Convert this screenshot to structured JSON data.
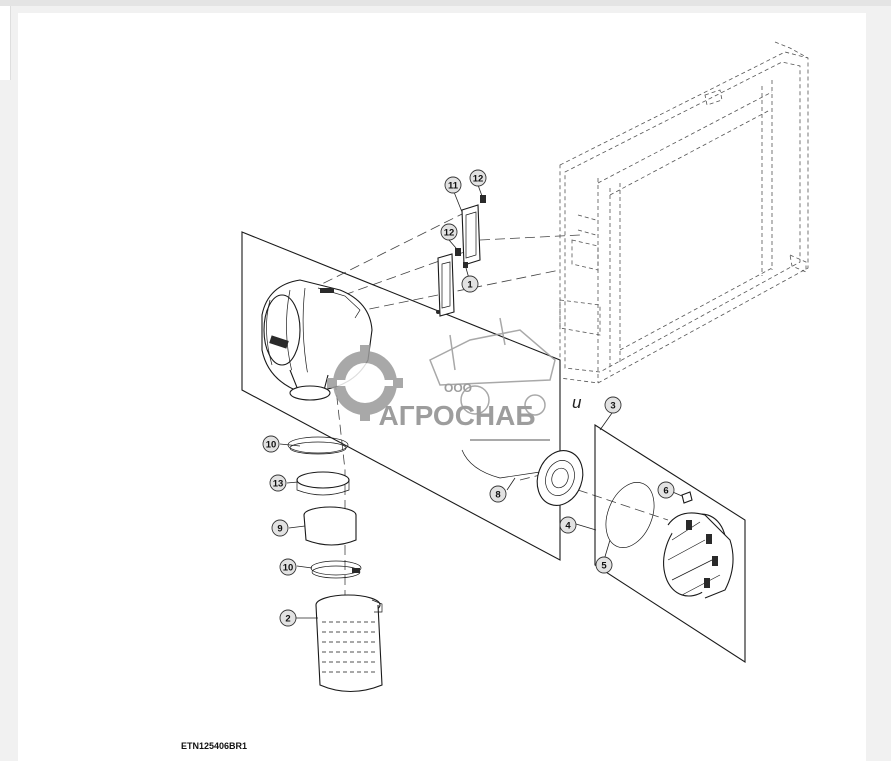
{
  "figure": {
    "code": "ETN125406BR1",
    "callouts": [
      {
        "label": "11"
      },
      {
        "label": "12"
      },
      {
        "label": "12"
      },
      {
        "label": "1"
      },
      {
        "label": "3"
      },
      {
        "label": "6"
      },
      {
        "label": "10"
      },
      {
        "label": "13"
      },
      {
        "label": "9"
      },
      {
        "label": "10"
      },
      {
        "label": "2"
      },
      {
        "label": "8"
      },
      {
        "label": "4"
      },
      {
        "label": "5"
      }
    ]
  },
  "watermark": {
    "company_prefix": "ООО",
    "company_name": "АГРОСНАБ",
    "color": "#9a9a9a"
  },
  "stray_mark": "u"
}
